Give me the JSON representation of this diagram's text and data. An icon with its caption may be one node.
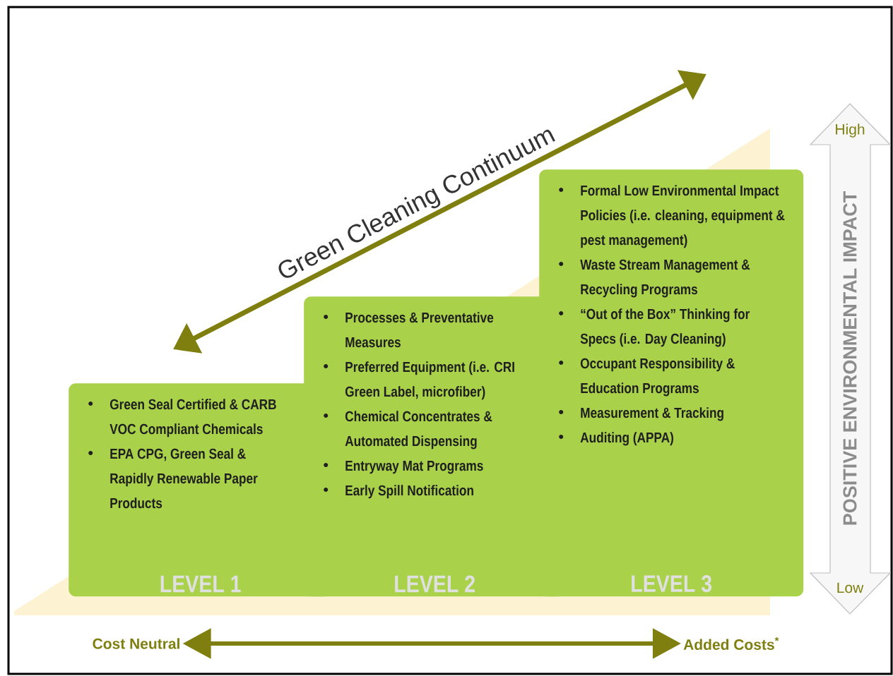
{
  "diagram": {
    "nodes": [
      {
        "text": [
          "Green Seal Certified & CARB VOC Compliant Chemicals",
          "EPA CPG, Green Seal & Rapidly Renewable Paper Products",
          "LEVEL 1"
        ]
      },
      {
        "text": [
          "Processes & Preventative Measures",
          "Preferred Equipment (i.e. CRI Green Label, microfiber)",
          "Chemical Concentrates & Automated Dispensing",
          "Entryway Mat Programs",
          "Early Spill Notification",
          "LEVEL 2"
        ]
      },
      {
        "text": [
          "Formal Low Environmental Impact Policies (i.e. cleaning, equipment & pest management)",
          "Waste Stream Management & Recycling Programs",
          "“Out of the Box” Thinking for Specs (i.e. Day Cleaning)",
          "Occupant Responsibility & Education Programs",
          "Measurement & Tracking",
          "Auditing (APPA)",
          "LEVEL 3"
        ]
      },
      {
        "text": [
          "Cost Neutral"
        ]
      },
      {
        "text": [
          "Added Costs$^{*}$"
        ]
      }
    ],
    "edges": [
      {
        "from": 3,
        "to": 4,
        "arrow": "both"
      }
    ],
    "labels": [
      "Green Cleaning Continuum",
      "High",
      "POSITIVE ENVIRONMENTAL IMPACT",
      "Low"
    ]
  }
}
